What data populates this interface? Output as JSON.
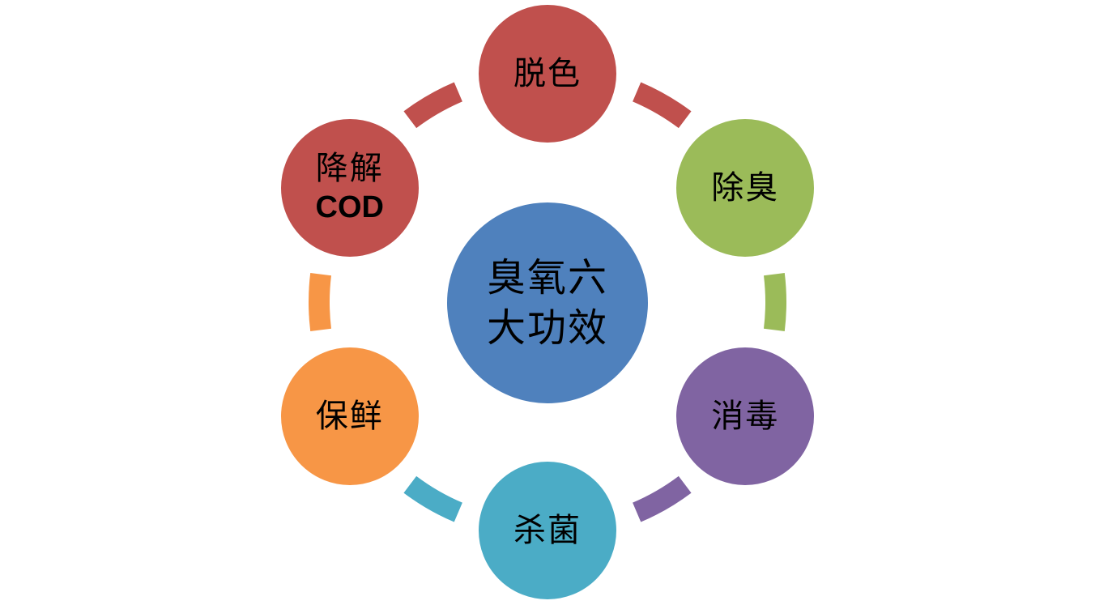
{
  "center": {
    "line1": "臭氧六",
    "line2": "大功效",
    "color": "#4f81bd"
  },
  "nodes": [
    {
      "id": "decolor",
      "line1": "脱色",
      "line2": "",
      "color": "#c0504d"
    },
    {
      "id": "deodorize",
      "line1": "除臭",
      "line2": "",
      "color": "#9bbb59"
    },
    {
      "id": "disinfect",
      "line1": "消毒",
      "line2": "",
      "color": "#8064a2"
    },
    {
      "id": "sterilize",
      "line1": "杀菌",
      "line2": "",
      "color": "#4bacc6"
    },
    {
      "id": "preserve",
      "line1": "保鲜",
      "line2": "",
      "color": "#f79646"
    },
    {
      "id": "reduce-cod",
      "line1": "降解",
      "line2": "COD",
      "color": "#c0504d"
    }
  ]
}
